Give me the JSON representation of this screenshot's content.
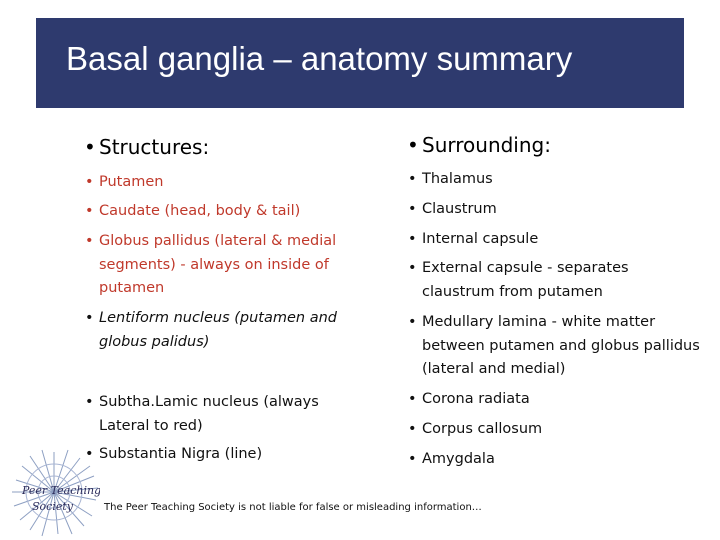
{
  "title": "Basal ganglia – anatomy summary",
  "left": {
    "heading": "Structures:",
    "items": [
      "Putamen",
      "Caudate (head, body & tail)",
      "Globus pallidus (lateral & medial segments) - always on inside of putamen",
      "Lentiform nucleus (putamen and globus palidus)",
      "Subtha.Lamic nucleus (always Lateral to red)",
      "Substantia Nigra (line)"
    ]
  },
  "right": {
    "heading": "Surrounding:",
    "items": [
      "Thalamus",
      "Claustrum",
      "Internal capsule",
      "External capsule - separates claustrum from putamen",
      "Medullary lamina - white matter between putamen and globus pallidus (lateral and medial)",
      "Corona radiata",
      "Corpus callosum",
      "Amygdala"
    ]
  },
  "footer": "The Peer Teaching Society is not liable for false or misleading information…",
  "logo": {
    "text_line1": "Peer Teaching",
    "text_line2": "Society"
  },
  "colors": {
    "title_bar": "#2e3a6e",
    "red_text": "#c0392b",
    "body_text": "#111111"
  }
}
